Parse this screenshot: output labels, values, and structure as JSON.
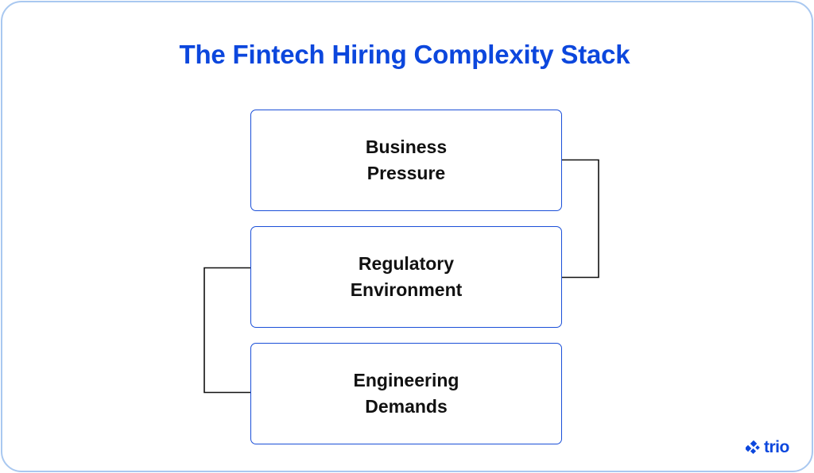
{
  "title": "The Fintech Hiring Complexity Stack",
  "colors": {
    "accent": "#0c47dd",
    "box_border": "#1a4fd8",
    "frame_border": "#a9c8f0",
    "connector": "#111111",
    "text": "#111111"
  },
  "layers": [
    {
      "label": "Business\nPressure"
    },
    {
      "label": "Regulatory\nEnvironment"
    },
    {
      "label": "Engineering\nDemands"
    }
  ],
  "connections": [
    {
      "from": "Business Pressure",
      "to": "Regulatory Environment",
      "side": "right"
    },
    {
      "from": "Regulatory Environment",
      "to": "Engineering Demands",
      "side": "left"
    }
  ],
  "logo": {
    "icon": "trio-logo-icon",
    "text": "trio"
  }
}
